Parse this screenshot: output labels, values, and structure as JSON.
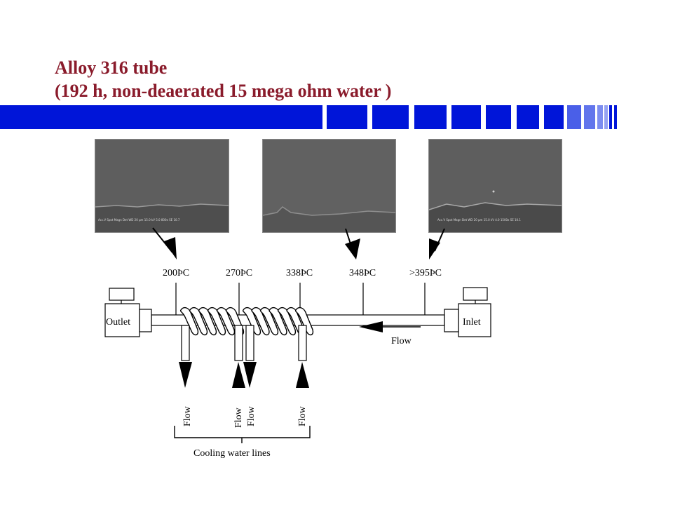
{
  "title": {
    "line1": "Alloy 316 tube",
    "line2": "(192 h, non-deaerated 15 mega ohm water )"
  },
  "colors": {
    "title": "#8a1b2b",
    "accent_bar": "#0015d9",
    "micrograph_bg": "#5e5e5e"
  },
  "micrographs": [
    {
      "id": "left",
      "caption": "Acc.V  Spot Magn   Det  WD   20 µm   15.0 kV 5.0  800x  SE  10.7"
    },
    {
      "id": "middle",
      "caption": ""
    },
    {
      "id": "right",
      "caption": "Acc.V  Spot Magn   Det  WD   20 µm   15.0 kV 4.0  1500x  SE  10.1"
    }
  ],
  "temperatures": [
    "200ÞC",
    "270ÞC",
    "338ÞC",
    "348ÞC",
    ">395ÞC"
  ],
  "components": {
    "outlet": "Outlet",
    "inlet": "Inlet"
  },
  "flow_label": "Flow",
  "cooling_flows": [
    "Flow",
    "Flow",
    "Flow",
    "Flow"
  ],
  "cooling_water_label": "Cooling water lines"
}
